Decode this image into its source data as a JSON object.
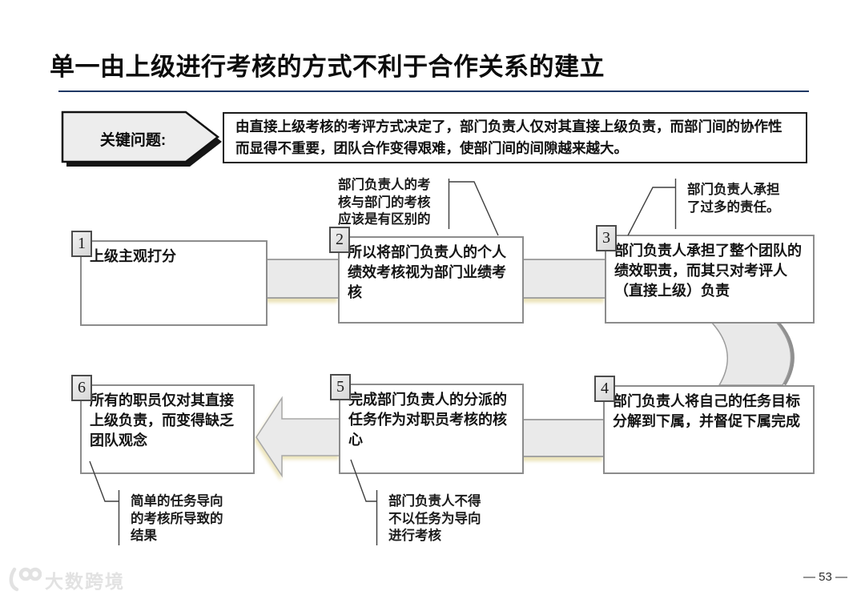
{
  "slide": {
    "title": "单一由上级进行考核的方式不利于合作关系的建立",
    "page_number": "— 53 —",
    "logo_text": "大数跨境"
  },
  "colors": {
    "title_rule": "#1f3864",
    "box_border": "#8c8c8c",
    "connector_fill": "#eaeaea",
    "connector_glow": "#ece4ba",
    "callout_fill": "#ededed"
  },
  "key_issue": {
    "label": "关键问题:",
    "text": "由直接上级考核的考评方式决定了，部门负责人仅对其直接上级负责，而部门间的协作性而显得不重要，团队合作变得艰难，使部门间的间隙越来越大。"
  },
  "flow_boxes": [
    {
      "num": "1",
      "text": "上级主观打分"
    },
    {
      "num": "2",
      "text": "所以将部门负责人的个人绩效考核视为部门业绩考核"
    },
    {
      "num": "3",
      "text": "部门负责人承担了整个团队的绩效职责，而其只对考评人（直接上级）负责"
    },
    {
      "num": "4",
      "text": "部门负责人将自己的任务目标分解到下属，并督促下属完成"
    },
    {
      "num": "5",
      "text": "完成部门负责人的分派的任务作为对职员考核的核心"
    },
    {
      "num": "6",
      "text": "所有的职员仅对其直接上级负责，而变得缺乏团队观念"
    }
  ],
  "annotations": {
    "top_mid": {
      "lines": [
        "部门负责人的考",
        "核与部门的考核",
        "应该是有区别的"
      ]
    },
    "top_right": {
      "lines": [
        "部门负责人承担",
        "了过多的责任。"
      ]
    },
    "bottom_left": {
      "lines": [
        "简单的任务导向",
        "的考核所导致的",
        "结果"
      ]
    },
    "bottom_mid": {
      "lines": [
        "部门负责人不得",
        "不以任务为导向",
        "进行考核"
      ]
    }
  }
}
